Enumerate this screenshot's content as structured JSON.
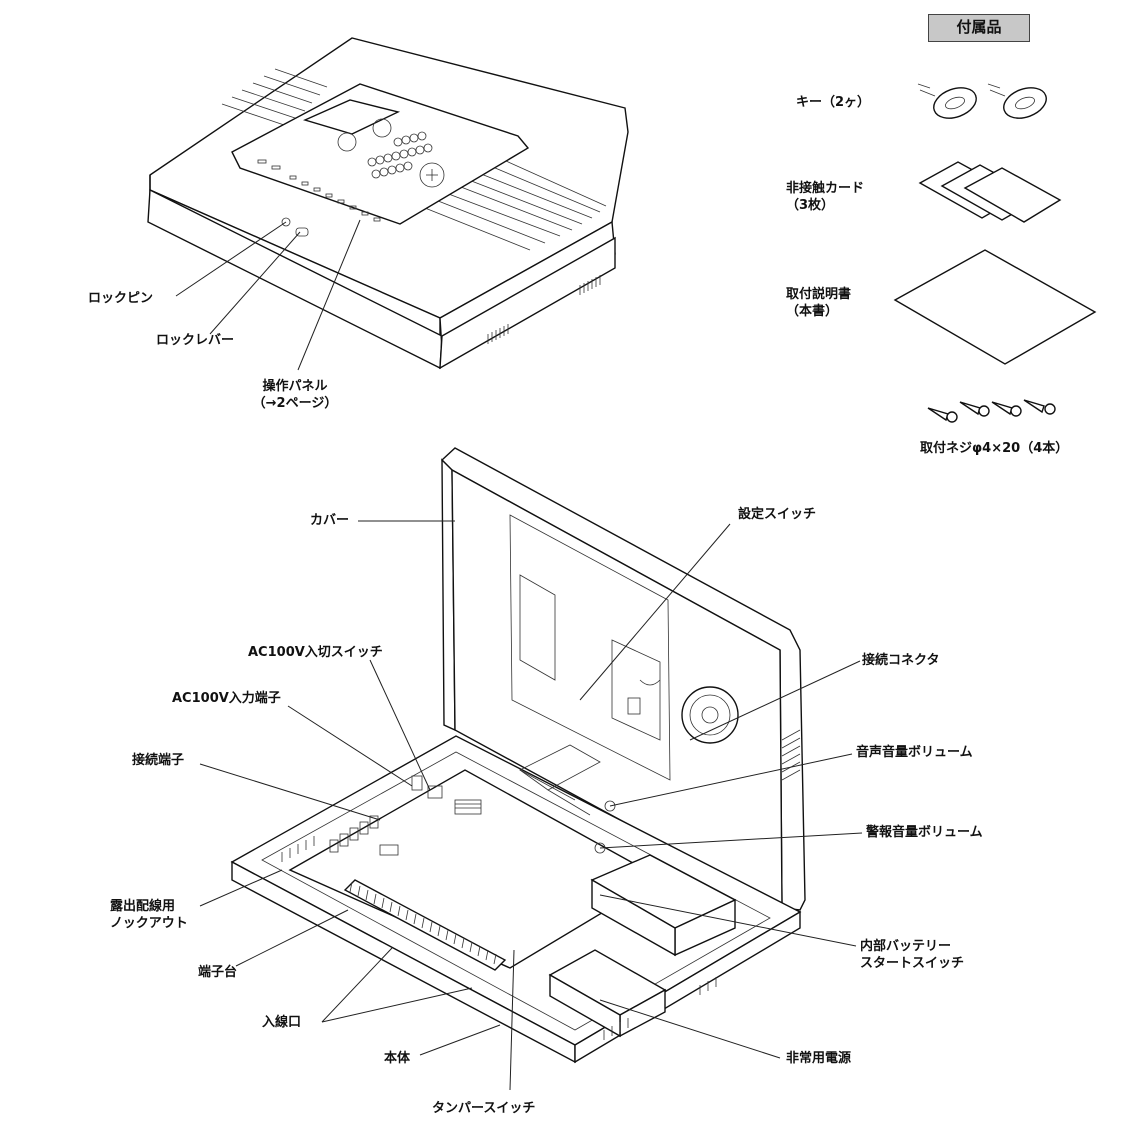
{
  "accessories": {
    "title": "付属品",
    "key": "キー（2ヶ）",
    "card": "非接触カード\n（3枚）",
    "manual": "取付説明書\n（本書）",
    "screw": "取付ネジφ4×20（4本）"
  },
  "top_unit": {
    "lock_pin": "ロックピン",
    "lock_lever": "ロックレバー",
    "panel": "操作パネル\n（→2ページ）"
  },
  "open_unit": {
    "cover": "カバー",
    "setting_switch": "設定スイッチ",
    "ac_switch": "AC100V入切スイッチ",
    "ac_terminal": "AC100V入力端子",
    "connect_terminal": "接続端子",
    "connector": "接続コネクタ",
    "voice_volume": "音声音量ボリューム",
    "alarm_volume": "警報音量ボリューム",
    "knockout": "露出配線用\nノックアウト",
    "terminal_block": "端子台",
    "entry_port": "入線口",
    "battery_switch": "内部バッテリー\nスタートスイッチ",
    "body": "本体",
    "emergency_power": "非常用電源",
    "tamper_switch": "タンパースイッチ"
  }
}
